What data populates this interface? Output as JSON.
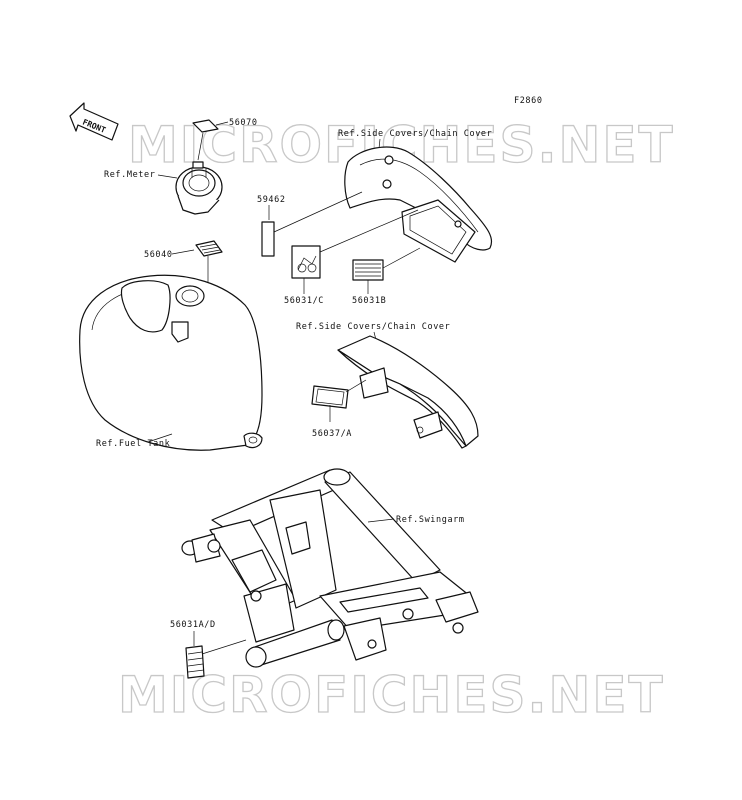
{
  "diagram_code": "F2860",
  "front_label": "FRONT",
  "watermark": "MICROFICHES.NET",
  "labels": {
    "p56070": "56070",
    "ref_meter": "Ref.Meter",
    "ref_side_covers_1": "Ref.Side Covers/Chain Cover",
    "p59462": "59462",
    "p56040": "56040",
    "p56031c": "56031/C",
    "p56031b": "56031B",
    "ref_side_covers_2": "Ref.Side Covers/Chain Cover",
    "p56037a": "56037/A",
    "ref_fuel_tank": "Ref.Fuel Tank",
    "ref_swingarm": "Ref.Swingarm",
    "p56031ad": "56031A/D"
  }
}
